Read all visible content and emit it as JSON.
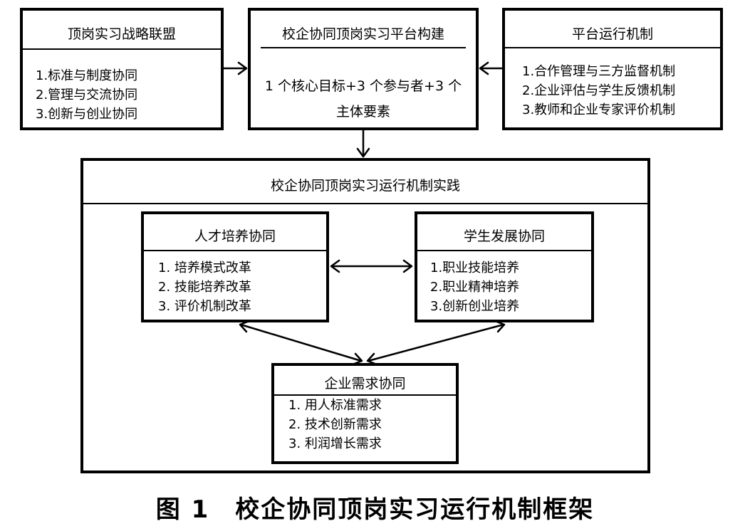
{
  "alliance": {
    "title": "顶岗实习战略联盟",
    "items": [
      "1.标准与制度协同",
      "2.管理与交流协同",
      "3.创新与创业协同"
    ]
  },
  "platform": {
    "title": "校企协同顶岗实习平台构建",
    "line1": "1 个核心目标+3 个参与者+3 个",
    "line2": "主体要素"
  },
  "mechanism": {
    "title": "平台运行机制",
    "items": [
      "1.合作管理与三方监督机制",
      "2.企业评估与学生反馈机制",
      "3.教师和企业专家评价机制"
    ]
  },
  "practice": {
    "title": "校企协同顶岗实习运行机制实践"
  },
  "talent": {
    "title": "人才培养协同",
    "items": [
      "1. 培养模式改革",
      "2. 技能培养改革",
      "3. 评价机制改革"
    ]
  },
  "student": {
    "title": "学生发展协同",
    "items": [
      "1.职业技能培养",
      "2.职业精神培养",
      "3.创新创业培养"
    ]
  },
  "enterprise": {
    "title": "企业需求协同",
    "items": [
      "1. 用人标准需求",
      "2. 技术创新需求",
      "3. 利润增长需求"
    ]
  },
  "caption": {
    "number": "图 1",
    "title": "校企协同顶岗实习运行机制框架"
  }
}
